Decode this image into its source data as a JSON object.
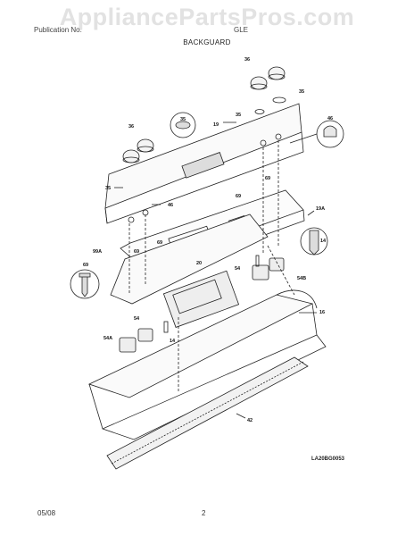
{
  "header": {
    "watermark": "AppliancePartsPros.com",
    "publication": "Publication No.",
    "model": "GLE",
    "section": "BACKGUARD"
  },
  "footer": {
    "date": "05/08",
    "page": "2"
  },
  "diagram": {
    "reference_code": "LA20BG0053",
    "part_numbers": {
      "p36a": "36",
      "p35a": "35",
      "p35b": "35",
      "p46a": "46",
      "p19": "19",
      "p36b": "36",
      "p35c": "35",
      "p35d": "35",
      "p46b": "46",
      "p69a": "69",
      "p69b": "69",
      "p19a": "19A",
      "p99a": "99A",
      "p69c": "69",
      "p69d": "69",
      "p20": "20",
      "p14a": "14",
      "p54a": "54",
      "p54b": "54B",
      "p69e": "69",
      "p16": "16",
      "p54c": "54",
      "p54d": "54A",
      "p14b": "14",
      "p42": "42"
    }
  }
}
